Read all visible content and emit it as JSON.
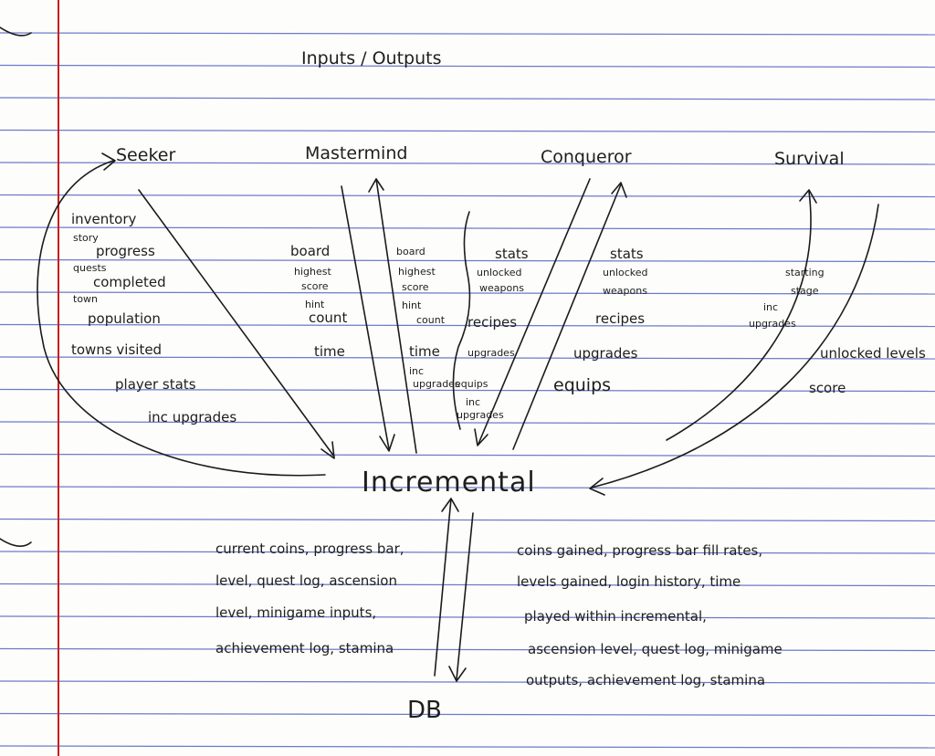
{
  "title": "Inputs / Outputs",
  "colors": {
    "rule": "#3c4fbb",
    "margin": "#c81e1e",
    "ink": "#1b1b1b",
    "paper": "#fdfdfb"
  },
  "nodes": {
    "seeker": "Seeker",
    "mastermind": "Mastermind",
    "conqueror": "Conqueror",
    "survival": "Survival",
    "incremental": "Incremental",
    "db": "DB"
  },
  "seeker": {
    "inventory": "inventory",
    "story": "story",
    "progress": "progress",
    "quests": "quests",
    "completed": "completed",
    "town": "town",
    "population": "population",
    "towns_visited": "towns visited",
    "player_stats": "player stats",
    "inc_upgrades": "inc upgrades"
  },
  "mastermind": {
    "input": {
      "board": "board",
      "highest": "highest",
      "score": "score",
      "hint": "hint",
      "count": "count",
      "time": "time"
    },
    "output": {
      "board": "board",
      "highest": "highest",
      "score": "score",
      "hint": "hint",
      "count": "count",
      "time": "time",
      "inc": "inc",
      "upgrades": "upgrades"
    }
  },
  "conqueror": {
    "input": {
      "stats": "stats",
      "unlocked": "unlocked",
      "weapons": "weapons",
      "recipes": "recipes",
      "upgrades": "upgrades",
      "equips": "equips",
      "inc": "inc",
      "upgrades2": "upgrades"
    },
    "output": {
      "stats": "stats",
      "unlocked": "unlocked",
      "weapons": "weapons",
      "recipes": "recipes",
      "upgrades": "upgrades",
      "equips": "equips"
    }
  },
  "survival": {
    "output": {
      "starting": "starting",
      "stage": "stage",
      "inc": "inc",
      "upgrades": "upgrades"
    },
    "input": {
      "unlocked_levels": "unlocked levels",
      "score": "score"
    }
  },
  "db_io": {
    "to_db": [
      "current coins, progress bar,",
      "level, quest log, ascension",
      "level, minigame inputs,",
      "achievement log, stamina"
    ],
    "from_db": [
      "coins gained, progress bar fill rates,",
      "levels gained, login history, time",
      "played within incremental,",
      "ascension level, quest log, minigame",
      "outputs, achievement log, stamina"
    ]
  }
}
